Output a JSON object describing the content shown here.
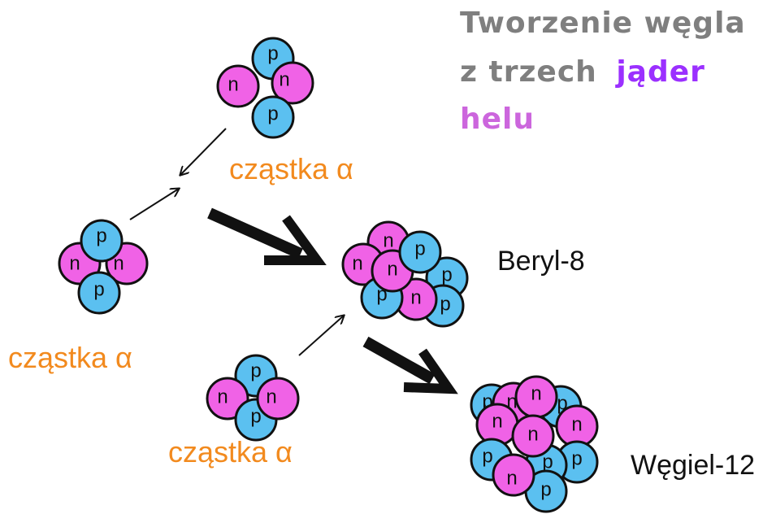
{
  "title": {
    "line1": "Tworzenie węgla",
    "line2_part1": "z trzech",
    "line2_part2": "jąder",
    "line3": "helu",
    "color_gray": "#7f7f7f",
    "color_purple": "#9b30ff",
    "color_pink": "#cc66dd"
  },
  "labels": {
    "alpha_1": "cząstka α",
    "alpha_2": "cząstka α",
    "alpha_3": "cząstka α",
    "beryllium": "Beryl-8",
    "carbon": "Węgiel-12"
  },
  "nucleon_letters": {
    "proton": "p",
    "neutron": "n"
  },
  "colors": {
    "proton_fill": "#5bc0f0",
    "neutron_fill": "#f062e6",
    "outline": "#111111",
    "label_orange": "#f28a1e"
  }
}
